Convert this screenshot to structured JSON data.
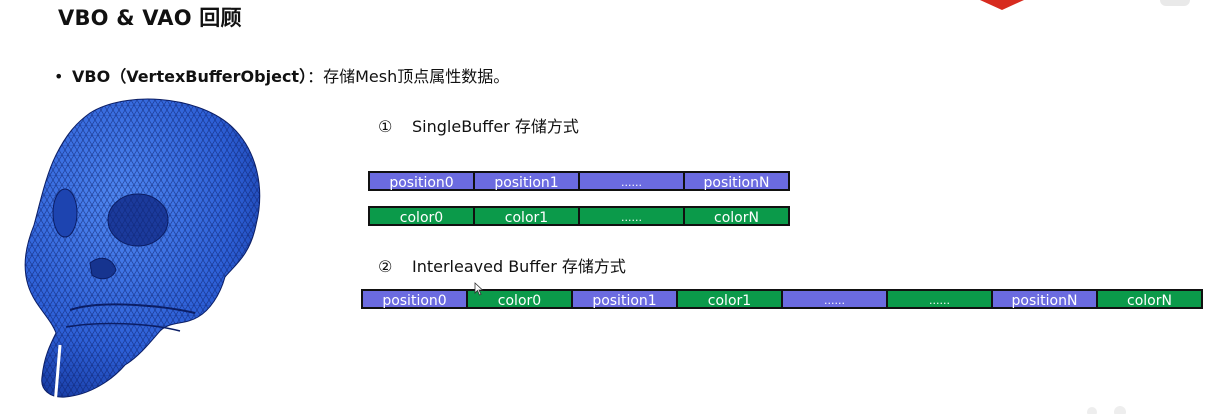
{
  "title": "VBO & VAO 回顾",
  "bullet": {
    "dot": "•",
    "term": "VBO",
    "term_paren": "（VertexBufferObject）",
    "rest": "：存储Mesh顶点属性数据。"
  },
  "single_buffer": {
    "num": "①",
    "label": "SingleBuffer 存储方式",
    "position_row": [
      "position0",
      "position1",
      "......",
      "positionN"
    ],
    "color_row": [
      "color0",
      "color1",
      "......",
      "colorN"
    ]
  },
  "interleaved_buffer": {
    "num": "②",
    "label": "Interleaved Buffer 存储方式",
    "row": [
      "position0",
      "color0",
      "position1",
      "color1",
      "......",
      "......",
      "positionN",
      "colorN"
    ]
  },
  "colors": {
    "position_cell": "#6b6be0",
    "color_cell": "#0b9a4a",
    "skull": "#2e63d9"
  },
  "icons": [
    "skull-mesh-image",
    "cursor-icon",
    "corner-logo-icon"
  ]
}
